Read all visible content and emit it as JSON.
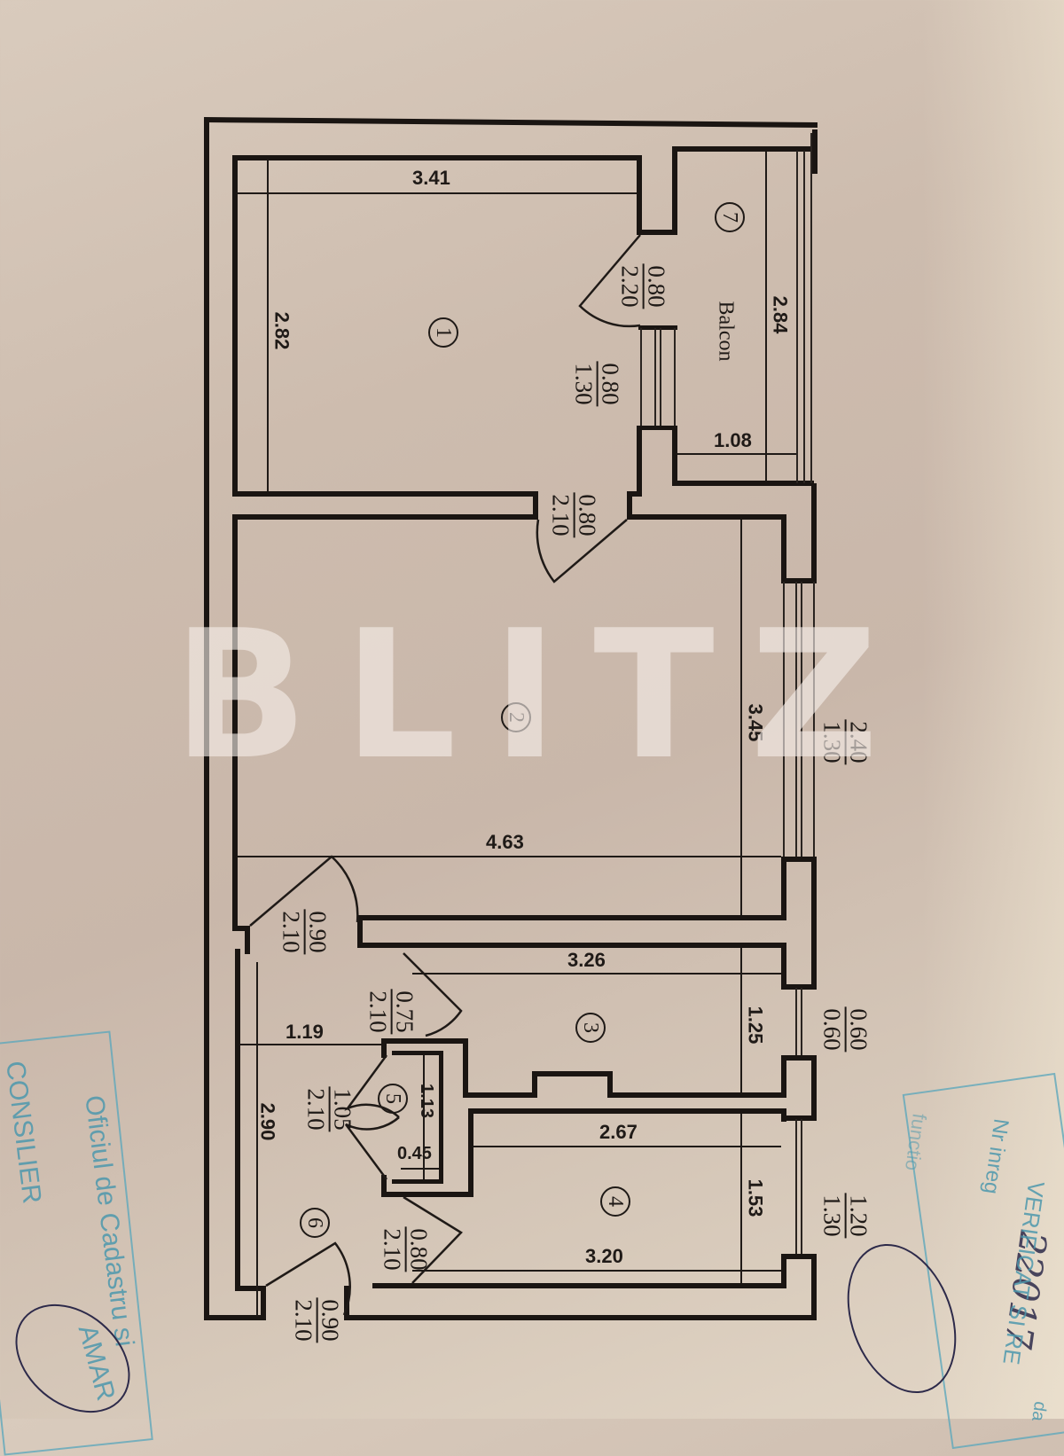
{
  "watermark": {
    "text": "BLITZ"
  },
  "rooms": [
    {
      "id": "1",
      "number": "1",
      "width": "3.41",
      "length": "2.82"
    },
    {
      "id": "2",
      "number": "2",
      "width": "4.63",
      "length": "3.45"
    },
    {
      "id": "3",
      "number": "3",
      "width": "3.26",
      "length": "1.25"
    },
    {
      "id": "4",
      "number": "4",
      "width_top": "2.67",
      "width_bottom": "3.20",
      "length": "1.53"
    },
    {
      "id": "5",
      "number": "5",
      "width": "0.45",
      "length": "1.13"
    },
    {
      "id": "6",
      "number": "6",
      "width": "1.19",
      "length": "2.90"
    },
    {
      "id": "7",
      "number": "7",
      "name": "Balcon",
      "width": "1.08",
      "length": "2.84"
    }
  ],
  "openings": [
    {
      "id": "door-room1-balcony",
      "width": "0.80",
      "height": "2.20"
    },
    {
      "id": "window-room1-balcony",
      "width": "0.80",
      "height": "1.30"
    },
    {
      "id": "door-room1-hall",
      "width": "0.80",
      "height": "2.10"
    },
    {
      "id": "window-room2",
      "width": "2.40",
      "height": "1.30"
    },
    {
      "id": "door-room2",
      "width": "0.90",
      "height": "2.10"
    },
    {
      "id": "door-room3",
      "width": "0.75",
      "height": "2.10"
    },
    {
      "id": "window-room3",
      "width": "0.60",
      "height": "0.60"
    },
    {
      "id": "door-room5",
      "width": "1.05",
      "height": "2.10"
    },
    {
      "id": "door-room4",
      "width": "0.80",
      "height": "2.10"
    },
    {
      "id": "window-room4",
      "width": "1.20",
      "height": "1.30"
    },
    {
      "id": "door-entrance",
      "width": "0.90",
      "height": "2.10"
    }
  ],
  "stamps": {
    "left_line1": "Oficiul de Cadastru si",
    "left_line2": "CONSILIER",
    "left_line3": "AMAR",
    "right_line1": "Nr inreg",
    "right_handwritten": "22017",
    "right_line2": "VERIFICAT SI RE",
    "right_line3": "functio",
    "right_corner": "da"
  }
}
